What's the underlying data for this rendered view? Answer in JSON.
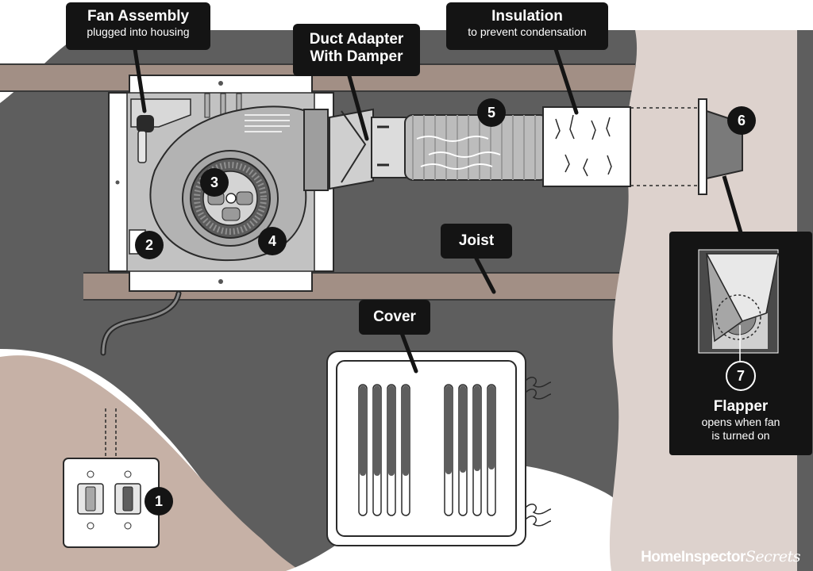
{
  "labels": {
    "fan_assembly": {
      "title": "Fan Assembly",
      "sub": "plugged into housing"
    },
    "duct_adapter": {
      "title_line1": "Duct Adapter",
      "title_line2": "With Damper"
    },
    "insulation": {
      "title": "Insulation",
      "sub": "to prevent condensation"
    },
    "joist": {
      "title": "Joist"
    },
    "cover": {
      "title": "Cover"
    },
    "flapper": {
      "title": "Flapper",
      "sub_line1": "opens when fan",
      "sub_line2": "is turned on"
    }
  },
  "markers": [
    "1",
    "2",
    "3",
    "4",
    "5",
    "6",
    "7"
  ],
  "brand": {
    "part1": "HomeInspector",
    "part2": "Secrets"
  },
  "colors": {
    "attic": "#5e5e5e",
    "joist": "#a28f85",
    "wall": "#ddd2cd",
    "ceiling_tan": "#c6b1a6",
    "callout": "#141414"
  }
}
